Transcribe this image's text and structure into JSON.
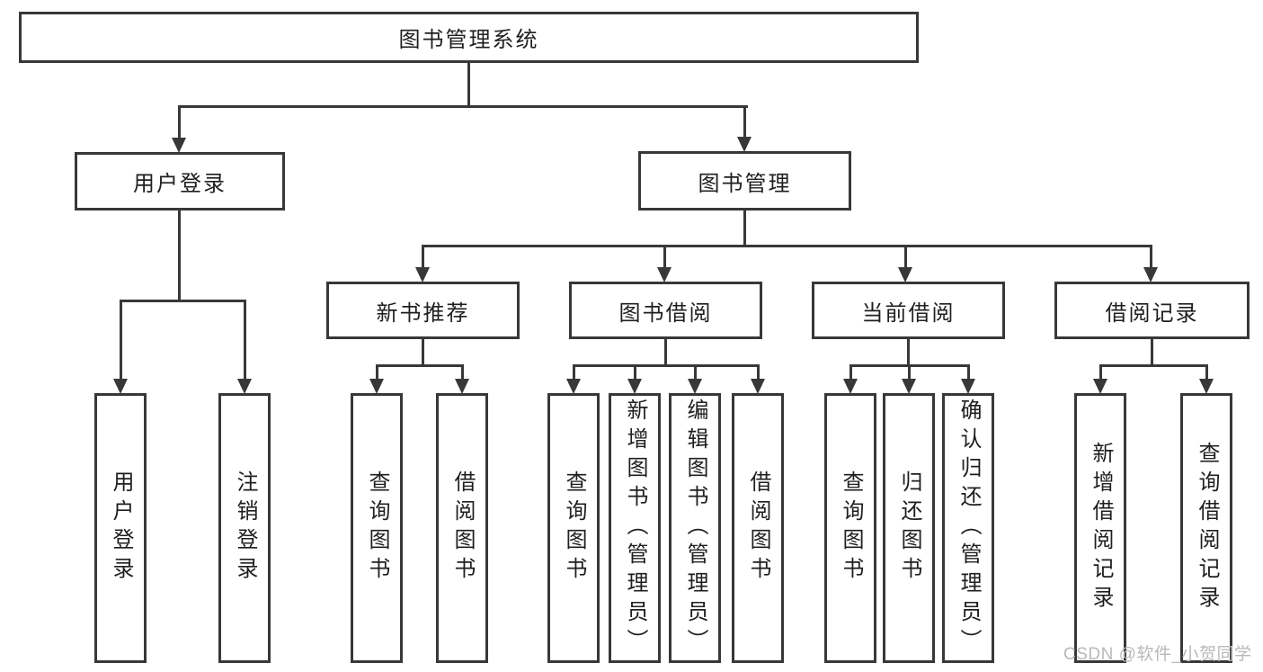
{
  "diagram": {
    "title": "图书管理系统",
    "colors": {
      "line": "#383838",
      "text": "#1f1f1f",
      "background": "#ffffff",
      "watermark": "#b9b9b9"
    },
    "root": {
      "label": "图书管理系统"
    },
    "level2": [
      {
        "label": "用户登录"
      },
      {
        "label": "图书管理"
      }
    ],
    "level3": [
      {
        "label": "新书推荐",
        "parent": "图书管理"
      },
      {
        "label": "图书借阅",
        "parent": "图书管理"
      },
      {
        "label": "当前借阅",
        "parent": "图书管理"
      },
      {
        "label": "借阅记录",
        "parent": "图书管理"
      }
    ],
    "leaves": [
      {
        "label": "用户登录",
        "parent": "用户登录"
      },
      {
        "label": "注销登录",
        "parent": "用户登录"
      },
      {
        "label": "查询图书",
        "parent": "新书推荐"
      },
      {
        "label": "借阅图书",
        "parent": "新书推荐"
      },
      {
        "label": "查询图书",
        "parent": "图书借阅"
      },
      {
        "label": "新增图书（管理员）",
        "parent": "图书借阅"
      },
      {
        "label": "编辑图书（管理员）",
        "parent": "图书借阅"
      },
      {
        "label": "借阅图书",
        "parent": "图书借阅"
      },
      {
        "label": "查询图书",
        "parent": "当前借阅"
      },
      {
        "label": "归还图书",
        "parent": "当前借阅"
      },
      {
        "label": "确认归还（管理员）",
        "parent": "当前借阅"
      },
      {
        "label": "新增借阅记录",
        "parent": "借阅记录"
      },
      {
        "label": "查询借阅记录",
        "parent": "借阅记录"
      }
    ],
    "watermark": "CSDN @软件_小贺同学"
  }
}
